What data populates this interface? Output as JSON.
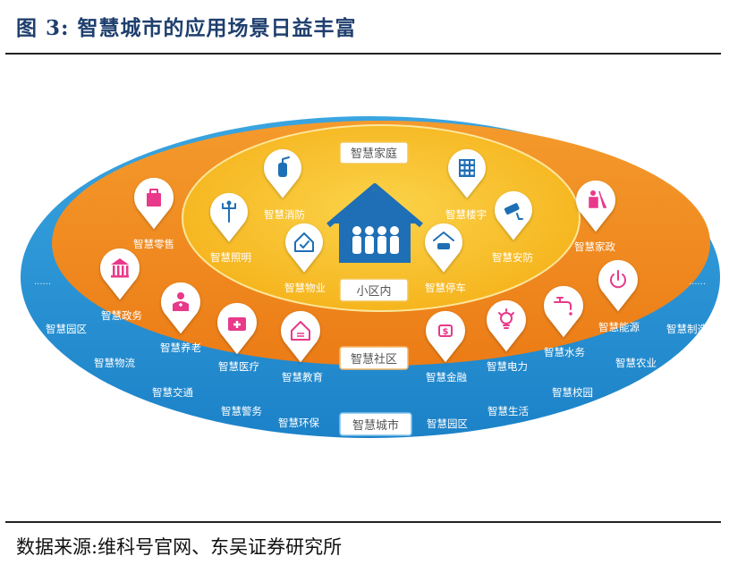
{
  "figure_title": "图 3:  智慧城市的应用场景日益丰富",
  "source_note": "数据来源:维科号官网、东吴证券研究所",
  "colors": {
    "outer_ring": "#2f97d6",
    "middle_ring": "#f0871f",
    "inner_ring": "#f6b71c",
    "title_blue": "#1f3f6e",
    "house": "#1e6fb5"
  },
  "levels": {
    "home": "智慧家庭",
    "neighborhood": "小区内",
    "community": "智慧社区",
    "city": "智慧城市"
  },
  "home_items": [
    {
      "label": "智慧消防",
      "icon": "fire-extinguisher-icon"
    },
    {
      "label": "智慧楼宇",
      "icon": "building-icon"
    },
    {
      "label": "智慧照明",
      "icon": "street-lamp-icon"
    },
    {
      "label": "智慧安防",
      "icon": "security-camera-icon"
    },
    {
      "label": "智慧物业",
      "icon": "house-check-icon"
    },
    {
      "label": "智慧停车",
      "icon": "car-garage-icon"
    }
  ],
  "community_items": [
    {
      "label": "智慧零售",
      "icon": "shopping-bag-icon"
    },
    {
      "label": "智慧家政",
      "icon": "cleaning-icon"
    },
    {
      "label": "智慧政务",
      "icon": "government-building-icon"
    },
    {
      "label": "智慧养老",
      "icon": "elderly-care-icon"
    },
    {
      "label": "智慧医疗",
      "icon": "medical-kit-icon"
    },
    {
      "label": "智慧教育",
      "icon": "school-icon"
    },
    {
      "label": "智慧金融",
      "icon": "money-exchange-icon"
    },
    {
      "label": "智慧电力",
      "icon": "light-bulb-icon"
    },
    {
      "label": "智慧水务",
      "icon": "water-tap-icon"
    },
    {
      "label": "智慧能源",
      "icon": "power-icon"
    }
  ],
  "city_items": [
    "智慧园区",
    "智慧物流",
    "智慧交通",
    "智慧警务",
    "智慧环保",
    "智慧园区",
    "智慧生活",
    "智慧校园",
    "智慧农业",
    "智慧制造"
  ],
  "ellipsis": "......"
}
